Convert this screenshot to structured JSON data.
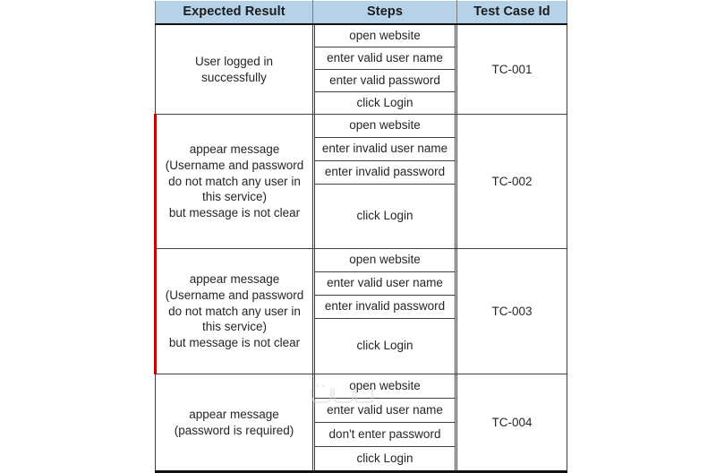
{
  "table": {
    "columns": [
      {
        "key": "expected",
        "label": "Expected Result"
      },
      {
        "key": "steps",
        "label": "Steps"
      },
      {
        "key": "id",
        "label": "Test Case Id"
      }
    ],
    "header_background": "#b6d2e8",
    "flag_color": "#c00000",
    "rows": [
      {
        "expected": "User logged in successfully",
        "expected_lines": [
          "User logged in",
          "successfully"
        ],
        "steps": [
          "open website",
          "enter valid user name",
          "enter valid password",
          "click Login"
        ],
        "id": "TC-001",
        "flagged": false
      },
      {
        "expected": "appear message (Username and password do not match any user in this service) but message is not clear",
        "expected_lines": [
          "appear message",
          "(Username and password",
          "do not match any user in",
          "this service)",
          "but message is not clear"
        ],
        "steps": [
          "open website",
          "enter invalid user name",
          "enter invalid password",
          "click Login"
        ],
        "id": "TC-002",
        "flagged": true
      },
      {
        "expected": "appear message (Username and password do not match any user in this service) but message is not clear",
        "expected_lines": [
          "appear message",
          "(Username and password",
          "do not match any user in",
          "this service)",
          "but message is not clear"
        ],
        "steps": [
          "open website",
          "enter valid user name",
          "enter invalid password",
          "click Login"
        ],
        "id": "TC-003",
        "flagged": true
      },
      {
        "expected": "appear message (password is required)",
        "expected_lines": [
          "appear message",
          "(password is required)"
        ],
        "steps": [
          "open website",
          "enter valid user name",
          "don't enter password",
          "click Login"
        ],
        "id": "TC-004",
        "flagged": false
      }
    ]
  },
  "watermark": {
    "present": true,
    "color": "#d9d9d9"
  }
}
